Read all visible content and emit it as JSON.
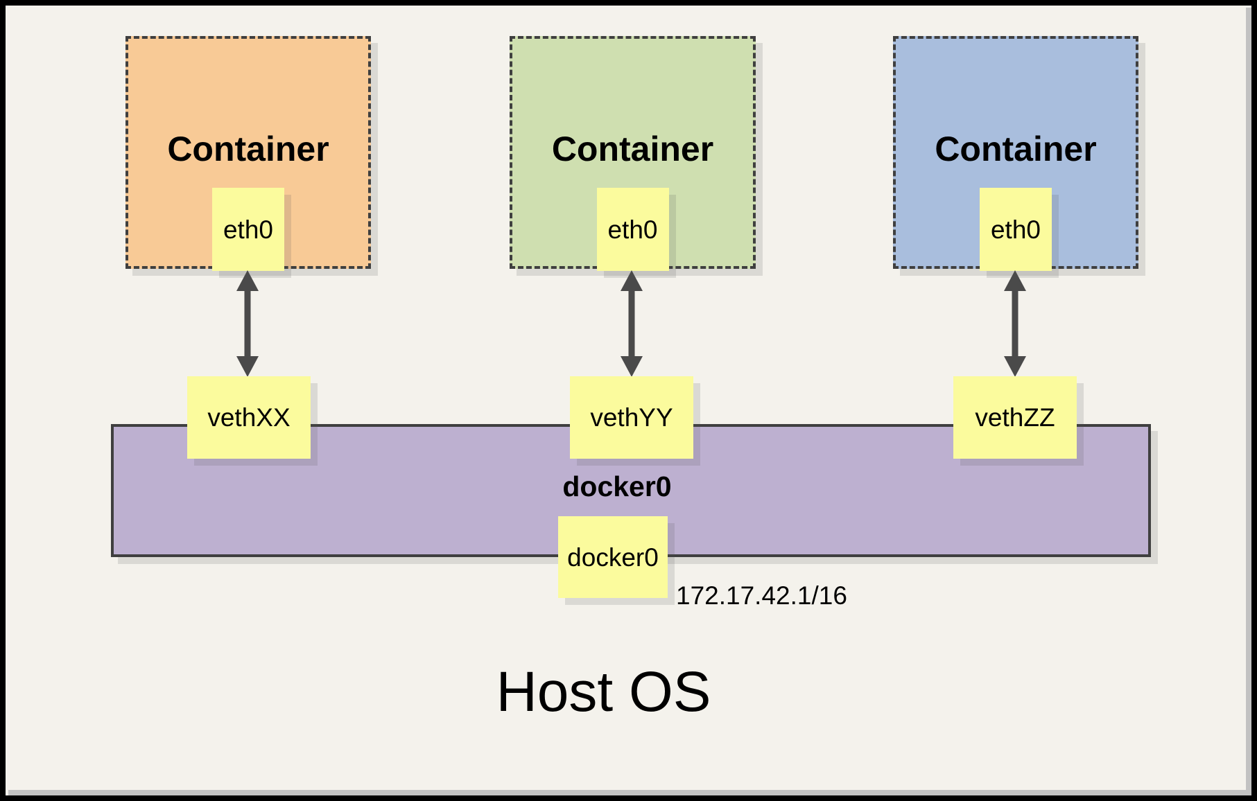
{
  "diagram": {
    "host_os_label": "Host OS",
    "containers": [
      {
        "label": "Container",
        "interface": "eth0",
        "veth": "vethXX",
        "fill": "#f8ca96"
      },
      {
        "label": "Container",
        "interface": "eth0",
        "veth": "vethYY",
        "fill": "#cfdfb0"
      },
      {
        "label": "Container",
        "interface": "eth0",
        "veth": "vethZZ",
        "fill": "#a9bedd"
      }
    ],
    "bridge": {
      "name": "docker0",
      "interface": "docker0",
      "ip": "172.17.42.1/16",
      "fill": "#bdb0d0"
    },
    "colors": {
      "background": "#f4f2ec",
      "interface_fill": "#fbfb9d",
      "arrow": "#4a4a4a"
    }
  }
}
